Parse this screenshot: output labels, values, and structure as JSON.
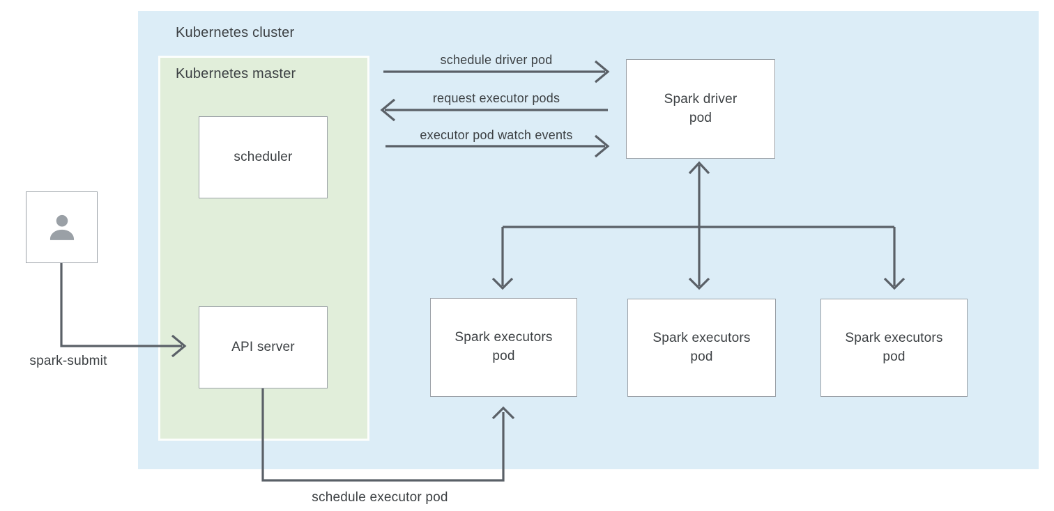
{
  "cluster": {
    "label": "Kubernetes cluster"
  },
  "master": {
    "label": "Kubernetes master"
  },
  "nodes": {
    "scheduler": {
      "label": "scheduler"
    },
    "api_server": {
      "label": "API server"
    },
    "spark_driver": {
      "label": "Spark driver\npod"
    },
    "executors": [
      {
        "label": "Spark executors\npod"
      },
      {
        "label": "Spark executors\npod"
      },
      {
        "label": "Spark executors\npod"
      }
    ]
  },
  "edges": {
    "schedule_driver_pod": {
      "label": "schedule driver pod",
      "from": "Kubernetes master",
      "to": "Spark driver pod",
      "direction": "right"
    },
    "request_executor_pods": {
      "label": "request executor pods",
      "from": "Spark driver pod",
      "to": "Kubernetes master",
      "direction": "left"
    },
    "executor_pod_watch_events": {
      "label": "executor pod watch events",
      "from": "Kubernetes master",
      "to": "Spark driver pod",
      "direction": "right"
    },
    "spark_submit": {
      "label": "spark-submit",
      "from": "user",
      "to": "API server"
    },
    "schedule_executor_pod": {
      "label": "schedule executor pod",
      "from": "API server",
      "to": "Spark executors pod"
    },
    "driver_to_executors": {
      "label": "",
      "from": "Spark driver pod",
      "to": "Spark executors pods",
      "direction": "both"
    }
  },
  "icons": {
    "user": "user-icon"
  },
  "colors": {
    "cluster_bg": "#dcedf7",
    "master_bg": "#e1eeda",
    "node_bg": "#ffffff",
    "node_border": "#9aa0a6",
    "arrow": "#5a6067",
    "text": "#3c4043",
    "person": "#9aa0a6"
  }
}
